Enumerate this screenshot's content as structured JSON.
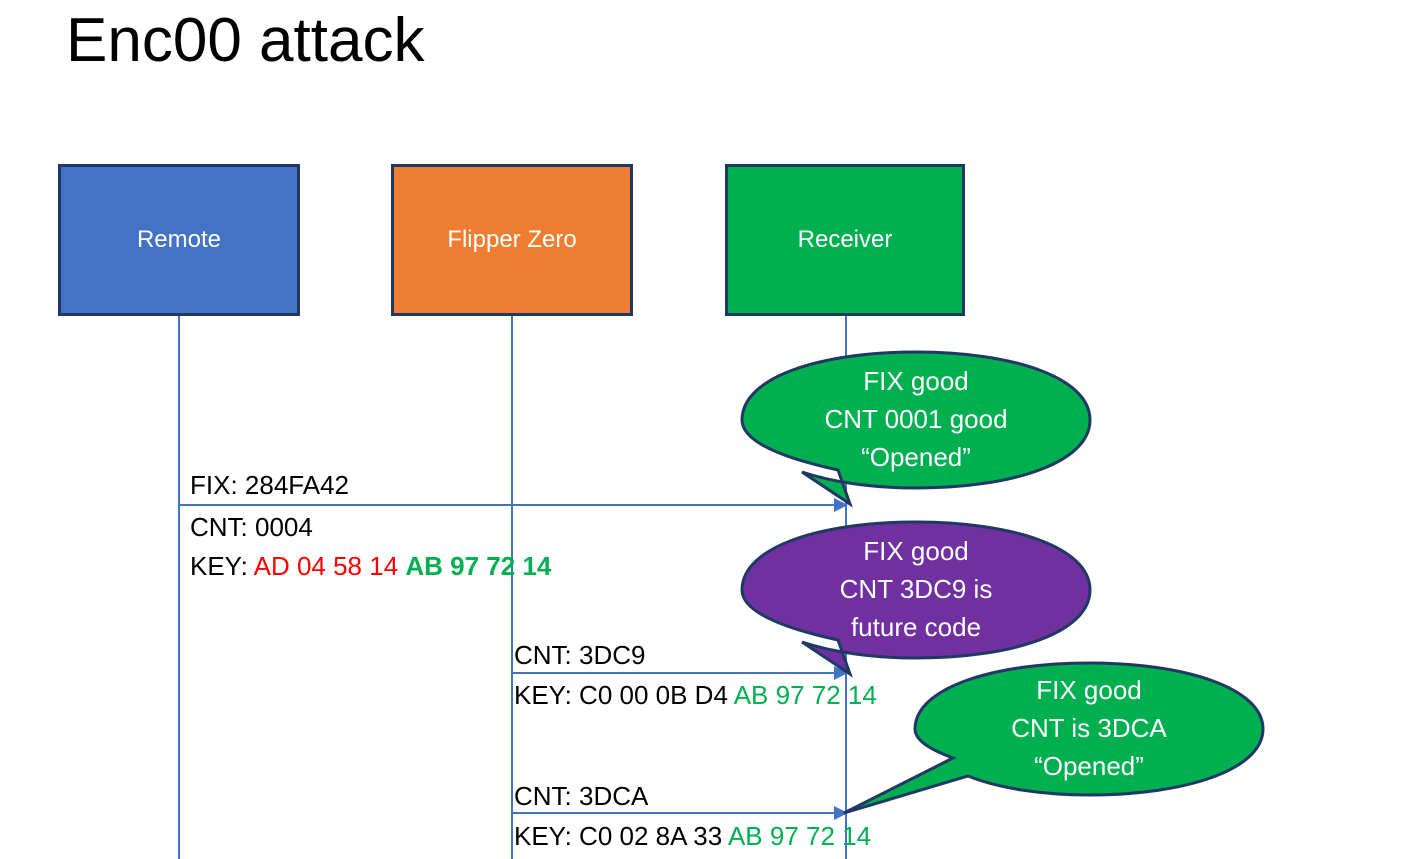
{
  "slide": {
    "title": "Enc00 attack"
  },
  "actors": [
    {
      "id": "remote",
      "label": "Remote",
      "color": "#4472C4"
    },
    {
      "id": "flipper",
      "label": "Flipper Zero",
      "color": "#ED7D31"
    },
    {
      "id": "receiver",
      "label": "Receiver",
      "color": "#00B050"
    }
  ],
  "messages": [
    {
      "id": "msg1",
      "from": "remote",
      "to": "receiver",
      "fix": "FIX: 284FA42",
      "cnt": "CNT: 0004",
      "key_label": "KEY: ",
      "key_first": "AD 04 58 14 ",
      "key_second": "AB 97 72 14",
      "key_first_color": "#FF0000",
      "key_second_color": "#00B050"
    },
    {
      "id": "msg2",
      "from": "flipper",
      "to": "receiver",
      "cnt": "CNT: 3DC9",
      "key_label": "KEY: C0 00 0B D4 ",
      "key_second": "AB 97 72 14",
      "key_second_color": "#00B050"
    },
    {
      "id": "msg3",
      "from": "flipper",
      "to": "receiver",
      "cnt": "CNT: 3DCA",
      "key_label": "KEY: C0 02 8A 33 ",
      "key_second": "AB 97 72 14",
      "key_second_color": "#00B050"
    }
  ],
  "callouts": [
    {
      "id": "callout1",
      "color": "#00B050",
      "line1": "FIX good",
      "line2": "CNT 0001 good",
      "line3": "“Opened”"
    },
    {
      "id": "callout2",
      "color": "#7030A0",
      "line1": "FIX good",
      "line2": "CNT 3DC9 is",
      "line3": "future code"
    },
    {
      "id": "callout3",
      "color": "#00B050",
      "line1": "FIX good",
      "line2": "CNT is 3DCA",
      "line3": "“Opened”"
    }
  ],
  "colors": {
    "outline": "#1F3864",
    "lifeline": "#4472C4",
    "arrow": "#4472C4",
    "background": "#FFFFFF",
    "red": "#FF0000",
    "green": "#00B050",
    "purple": "#7030A0",
    "blue": "#4472C4",
    "orange": "#ED7D31"
  }
}
